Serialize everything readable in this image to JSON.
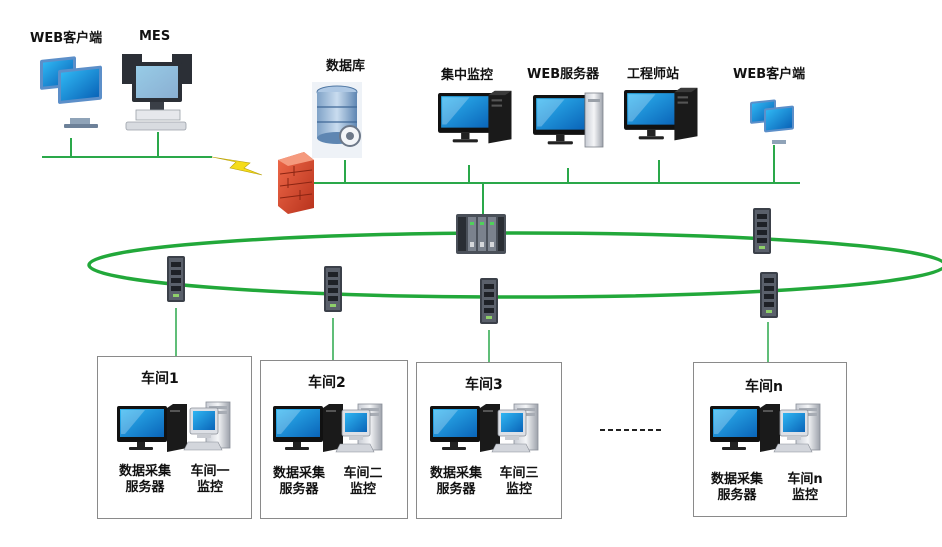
{
  "top": {
    "web_client_left": "WEB客户端",
    "mes": "MES",
    "database": "数据库",
    "central_monitor": "集中监控",
    "web_server": "WEB服务器",
    "engineer_station": "工程师站",
    "web_client_right": "WEB客户端"
  },
  "workshops": [
    {
      "title": "车间1",
      "server_l1": "数据采集",
      "server_l2": "服务器",
      "mon_l1": "车间一",
      "mon_l2": "监控"
    },
    {
      "title": "车间2",
      "server_l1": "数据采集",
      "server_l2": "服务器",
      "mon_l1": "车间二",
      "mon_l2": "监控"
    },
    {
      "title": "车间3",
      "server_l1": "数据采集",
      "server_l2": "服务器",
      "mon_l1": "车间三",
      "mon_l2": "监控"
    },
    {
      "title": "车间n",
      "server_l1": "数据采集",
      "server_l2": "服务器",
      "mon_l1": "车间n",
      "mon_l2": "监控"
    }
  ],
  "ellipsis": "--------",
  "colors": {
    "network_line": "#2aa84a",
    "ring": "#22a83a",
    "box_border": "#8a8a8a"
  },
  "icons": [
    "pc-client-icon",
    "mes-terminal-icon",
    "database-icon",
    "firewall-icon",
    "lightning-link-icon",
    "monitor-icon",
    "pc-tower-icon",
    "core-switch-icon",
    "industrial-switch-icon"
  ]
}
